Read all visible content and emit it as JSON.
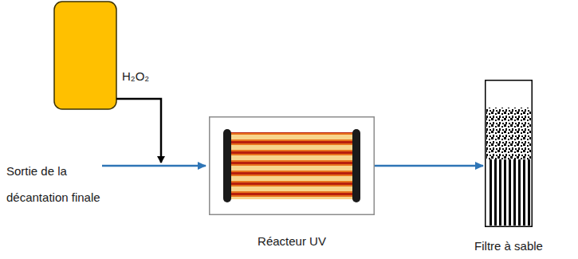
{
  "diagram": {
    "nodes": [
      {
        "text": [
          "Réacteur UV"
        ]
      },
      {
        "text": [
          "Filtre à sable"
        ]
      }
    ],
    "edges": [
      {
        "from": 0,
        "to": 1,
        "arrow": "to"
      }
    ],
    "labels": [
      "H₂O₂",
      "Sortie de la décantation finale"
    ]
  }
}
